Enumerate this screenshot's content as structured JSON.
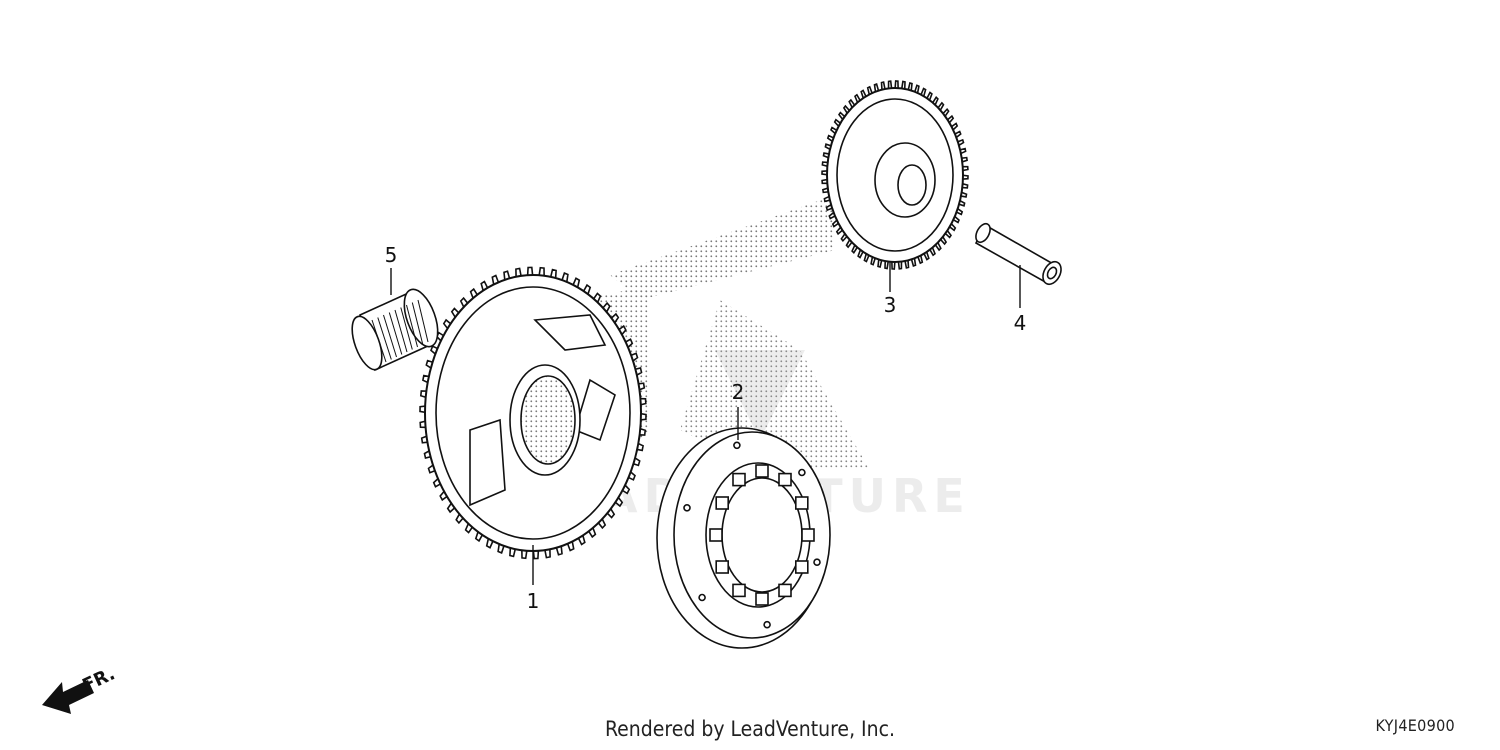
{
  "parts": [
    {
      "callout": "1",
      "name": "starter-driven-gear"
    },
    {
      "callout": "2",
      "name": "one-way-clutch"
    },
    {
      "callout": "3",
      "name": "starter-idle-gear"
    },
    {
      "callout": "4",
      "name": "idle-gear-shaft"
    },
    {
      "callout": "5",
      "name": "needle-bearing"
    }
  ],
  "direction_label": "FR.",
  "watermark_text": "LEADVENTURE",
  "footer": {
    "credit": "Rendered by LeadVenture, Inc.",
    "diagram_code": "KYJ4E0900"
  }
}
